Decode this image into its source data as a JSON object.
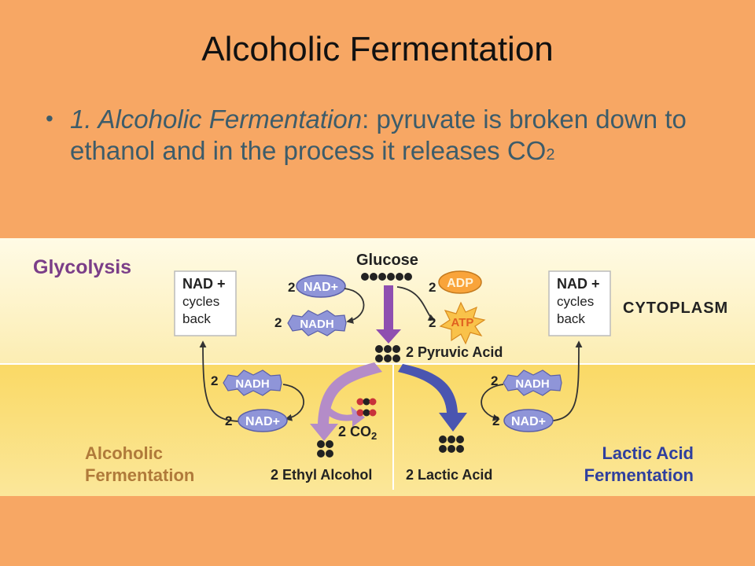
{
  "slide": {
    "title": "Alcoholic Fermentation",
    "bullet": {
      "italic": "1. Alcoholic Fermentation",
      "text": ": pyruvate is broken down to ethanol and in the process it releases CO",
      "subscript": "2"
    }
  },
  "diagram": {
    "glycolysis": "Glycolysis",
    "glucose": "Glucose",
    "cytoplasm": "CYTOPLASM",
    "nad_box_left": [
      "NAD +",
      "cycles",
      "back"
    ],
    "nad_box_right": [
      "NAD +",
      "cycles",
      "back"
    ],
    "coef": "2",
    "nad_plus": "NAD+",
    "nadh": "NADH",
    "adp": "ADP",
    "atp": "ATP",
    "pyruvic_acid": "2 Pyruvic Acid",
    "co2_prefix": "2 CO",
    "co2_sub": "2",
    "ethyl_alcohol": "2 Ethyl Alcohol",
    "lactic_acid": "2 Lactic Acid",
    "alcoholic_fermentation": [
      "Alcoholic",
      "Fermentation"
    ],
    "lactic_fermentation": [
      "Lactic Acid",
      "Fermentation"
    ]
  },
  "colors": {
    "background": "#F7A764",
    "bullet_text": "#3D5C6A",
    "glycolysis_purple": "#7B3E88",
    "alcoholic_arrow": "#B48CC8",
    "lactic_arrow": "#4A55B0",
    "glycolysis_arrow": "#8F4FB0",
    "alcoholic_label": "#B07A3A",
    "lactic_label": "#2F3F9E",
    "nad_fill": "#8F95D8",
    "adp_fill": "#F9A43A"
  }
}
